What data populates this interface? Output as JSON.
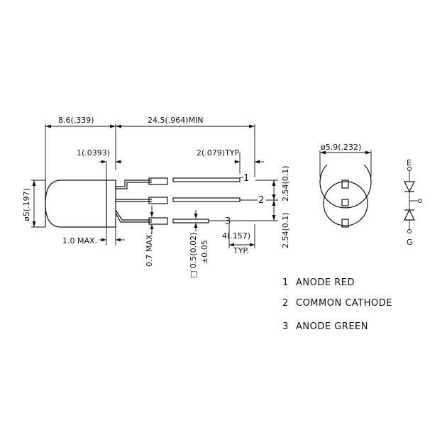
{
  "dimensions": {
    "body_length": "8.6(.339)",
    "lead_length": "24.5(.964)MIN",
    "flange": "1(.0393)",
    "lead_tip": "2(.079)TYP",
    "diameter": "ø5(.197)",
    "flange_max": "1.0  MAX.",
    "lead_spacing_top": "2.54(0.1)",
    "lead_spacing_bottom": "2.54(0.1)",
    "lead_offset": "4(.157)",
    "lead_offset_typ": "TYP.",
    "lead_width": "0.7  MAX.",
    "lead_section": "□ 0.5(0.02)",
    "lead_tolerance": "±0.05",
    "top_diameter": "ø5.9(.232)"
  },
  "pin_numbers": [
    "1",
    "2",
    "3"
  ],
  "schematic": {
    "top_label": "E",
    "bottom_label": "G"
  },
  "legend": [
    {
      "num": "1",
      "text": "ANODE  RED"
    },
    {
      "num": "2",
      "text": "COMMON  CATHODE"
    },
    {
      "num": "3",
      "text": "ANODE  GREEN"
    }
  ]
}
